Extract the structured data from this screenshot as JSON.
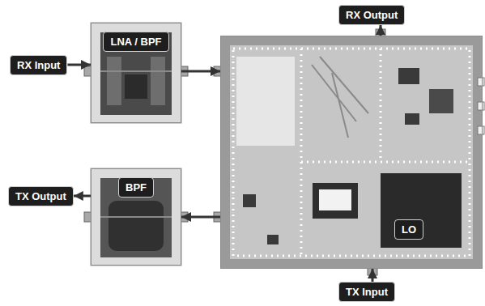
{
  "diagram": {
    "nodes": [
      {
        "text": [
          "RX Input"
        ]
      },
      {
        "text": [
          "LNA / BPF"
        ]
      },
      {
        "text": [
          "RX Output"
        ]
      },
      {
        "text": []
      },
      {
        "text": [
          "LO"
        ],
        "in": 3
      },
      {
        "text": [
          "TX Output"
        ]
      },
      {
        "text": [
          "BPF"
        ]
      },
      {
        "text": [
          "TX Input"
        ]
      }
    ],
    "edges": [
      {
        "from": 0,
        "to": 1,
        "arrow": "to"
      },
      {
        "from": 1,
        "to": 3,
        "arrow": "to"
      },
      {
        "from": 3,
        "to": 2,
        "arrow": "to"
      },
      {
        "from": 7,
        "to": 3,
        "arrow": "to"
      },
      {
        "from": 3,
        "to": 6,
        "arrow": "to"
      },
      {
        "from": 6,
        "to": 5,
        "arrow": "to"
      }
    ]
  }
}
